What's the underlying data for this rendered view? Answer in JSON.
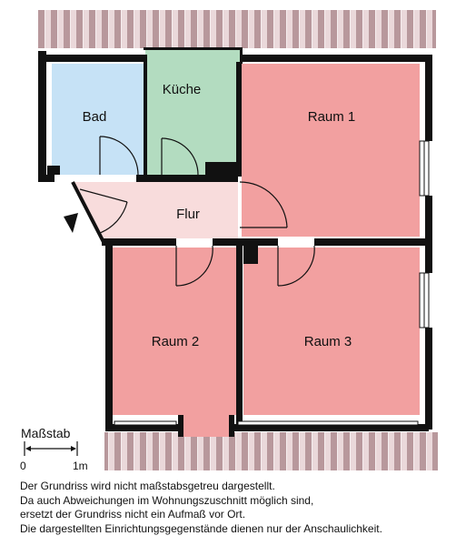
{
  "rooms": {
    "bad": "Bad",
    "kueche": "Küche",
    "raum1": "Raum 1",
    "flur": "Flur",
    "raum2": "Raum 2",
    "raum3": "Raum 3"
  },
  "scale": {
    "title": "Maßstab",
    "start": "0",
    "end": "1m"
  },
  "note": [
    "Der Grundriss wird nicht maßstabsgetreu dargestellt.",
    "Da auch Abweichungen im Wohnungszuschnitt möglich sind,",
    "ersetzt der Grundriss nicht ein Aufmaß vor Ort.",
    "Die dargestellten Einrichtungsgegenstände dienen nur der Anschaulichkeit."
  ],
  "colors": {
    "bad": "#c6e2f6",
    "kueche": "#b3dcc0",
    "raum": "#f2a0a0",
    "flur": "#f8dcdc",
    "wall": "#111111",
    "roof_stripe_dark": "#b8989c",
    "roof_stripe_light": "#ead8da"
  }
}
